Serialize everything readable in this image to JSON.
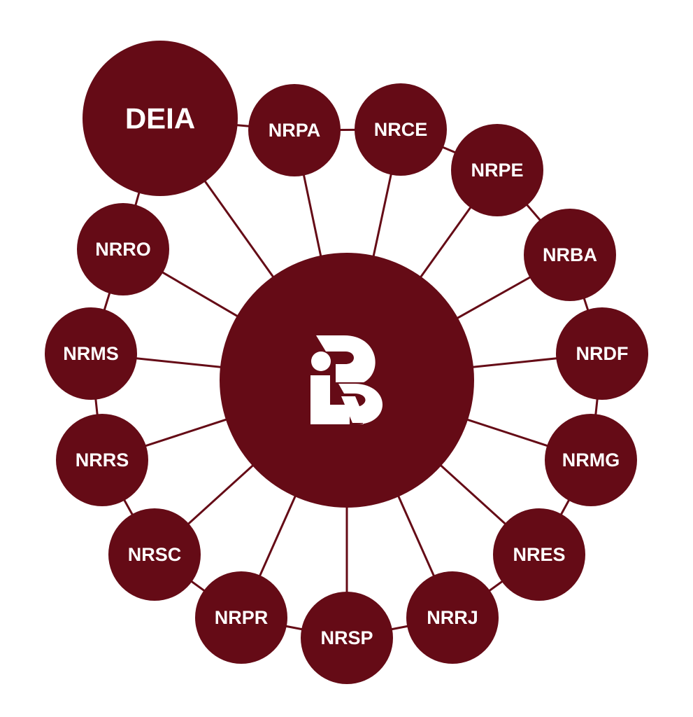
{
  "colors": {
    "node": "#650b16",
    "line": "#650b16",
    "text": "#ffffff",
    "background": "#ffffff"
  },
  "hub": {
    "logo": "ib-logo-icon"
  },
  "featured_node": {
    "label": "DEIA"
  },
  "ring_nodes": [
    {
      "label": "NRPA"
    },
    {
      "label": "NRCE"
    },
    {
      "label": "NRPE"
    },
    {
      "label": "NRBA"
    },
    {
      "label": "NRDF"
    },
    {
      "label": "NRMG"
    },
    {
      "label": "NRES"
    },
    {
      "label": "NRRJ"
    },
    {
      "label": "NRSP"
    },
    {
      "label": "NRPR"
    },
    {
      "label": "NRSC"
    },
    {
      "label": "NRRS"
    },
    {
      "label": "NRMS"
    },
    {
      "label": "NRRO"
    }
  ]
}
